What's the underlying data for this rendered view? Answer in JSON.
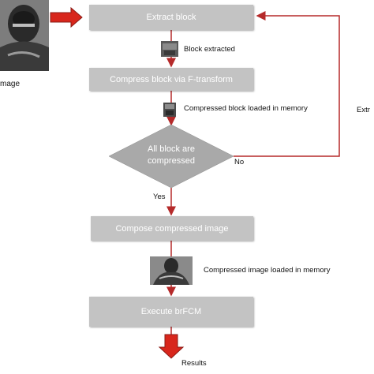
{
  "input": {
    "caption": "mage"
  },
  "steps": {
    "extract": "Extract block",
    "compress": "Compress block via F-transform",
    "compose": "Compose compressed image",
    "execute": "Execute brFCM"
  },
  "decision": {
    "line1": "All block are",
    "line2": "compressed"
  },
  "labels": {
    "block_extracted": "Block extracted",
    "compressed_block": "Compressed block loaded in memory",
    "compressed_image": "Compressed image loaded in memory",
    "no": "No",
    "yes": "Yes",
    "loop": "Extr",
    "results": "Results"
  },
  "icons": [
    "photo-thumbnail-icon",
    "block-thumbnail-icon",
    "compressed-block-icon",
    "compressed-image-thumbnail-icon",
    "red-arrow-icon"
  ],
  "colors": {
    "box": "#c3c3c3",
    "arrow": "#b52a2a",
    "text": "#111111"
  }
}
